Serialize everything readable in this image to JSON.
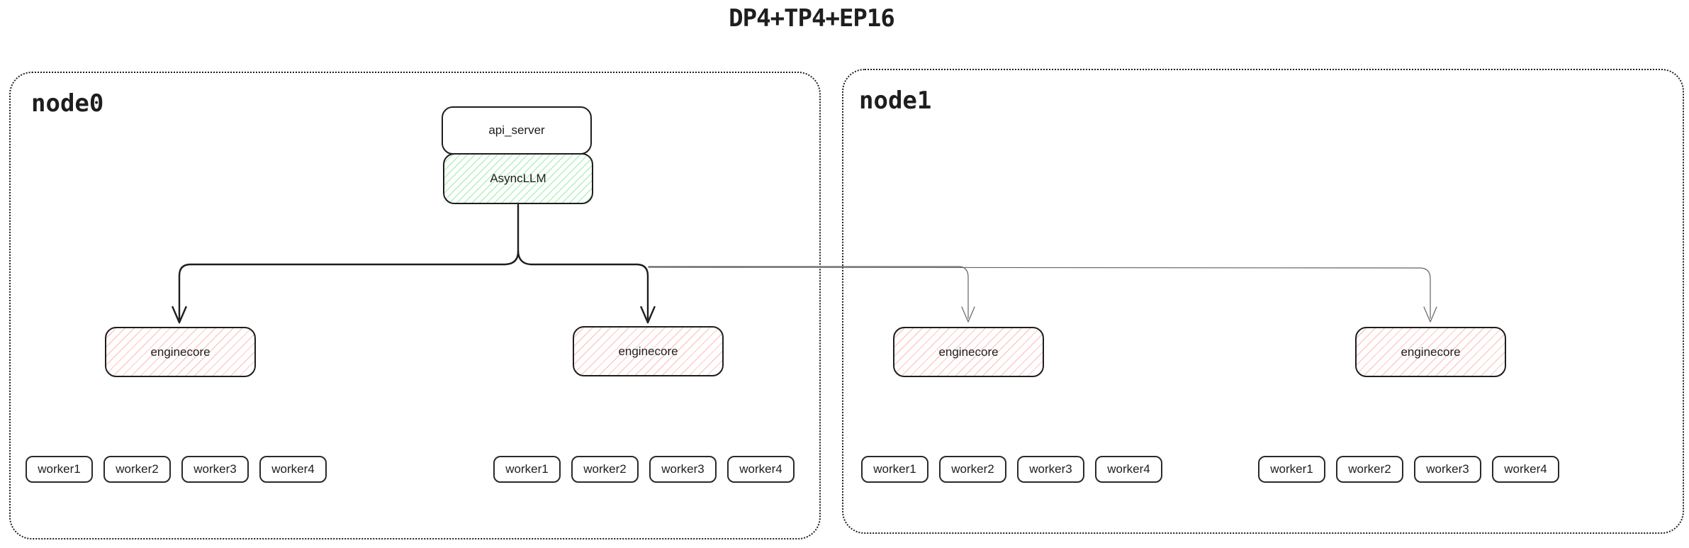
{
  "title": "DP4+TP4+EP16",
  "colors": {
    "stroke": "#1e1e1e",
    "green_hatch": "#b2f2bb",
    "red_hatch": "#ffc9c9",
    "thin_arrow": "#636363",
    "background": "#ffffff"
  },
  "node0": {
    "label": "node0",
    "api_server_label": "api_server",
    "asyncllm_label": "AsyncLLM",
    "enginecores": [
      {
        "label": "enginecore"
      },
      {
        "label": "enginecore"
      }
    ],
    "worker_groups": [
      {
        "workers": [
          "worker1",
          "worker2",
          "worker3",
          "worker4"
        ]
      },
      {
        "workers": [
          "worker1",
          "worker2",
          "worker3",
          "worker4"
        ]
      }
    ]
  },
  "node1": {
    "label": "node1",
    "enginecores": [
      {
        "label": "enginecore"
      },
      {
        "label": "enginecore"
      }
    ],
    "worker_groups": [
      {
        "workers": [
          "worker1",
          "worker2",
          "worker3",
          "worker4"
        ]
      },
      {
        "workers": [
          "worker1",
          "worker2",
          "worker3",
          "worker4"
        ]
      }
    ]
  }
}
